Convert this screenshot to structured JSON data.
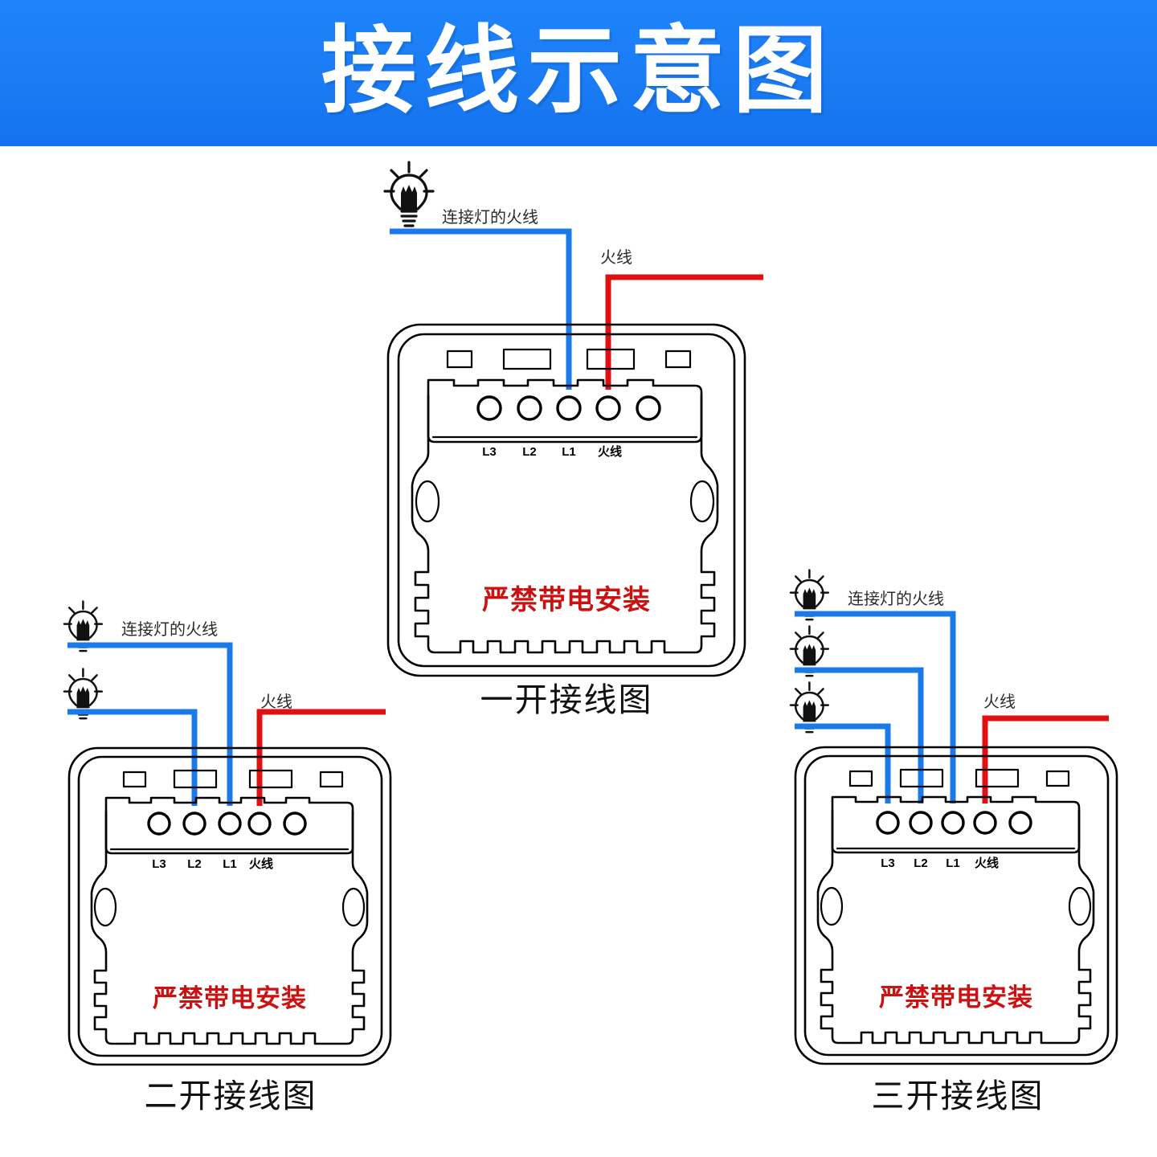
{
  "banner": {
    "title": "接线示意图",
    "background_color": "#1a7cf5",
    "text_color": "#ffffff"
  },
  "colors": {
    "live_wire_red": "#e01010",
    "lamp_wire_blue": "#1a7ae8",
    "warning_red": "#cc1111",
    "outline_black": "#000000",
    "page_background": "#ffffff"
  },
  "labels": {
    "lamp_wire": "连接灯的火线",
    "live_wire": "火线",
    "warning": "严禁带电安装",
    "terminals": [
      "L3",
      "L2",
      "L1",
      "火线"
    ]
  },
  "diagrams": [
    {
      "id": "one-gang",
      "caption": "一开接线图",
      "gangs": 1,
      "lamp_count": 1,
      "lamp_wire_label": "连接灯的火线",
      "live_wire_label": "火线",
      "warning": "严禁带电安装",
      "terminal_labels": [
        "L3",
        "L2",
        "L1",
        "火线"
      ],
      "connected_terminals": [
        "L1",
        "火线"
      ],
      "lamp_terminals": [
        "L1"
      ],
      "live_terminal": "火线"
    },
    {
      "id": "two-gang",
      "caption": "二开接线图",
      "gangs": 2,
      "lamp_count": 2,
      "lamp_wire_label": "连接灯的火线",
      "live_wire_label": "火线",
      "warning": "严禁带电安装",
      "terminal_labels": [
        "L3",
        "L2",
        "L1",
        "火线"
      ],
      "connected_terminals": [
        "L2",
        "L1",
        "火线"
      ],
      "lamp_terminals": [
        "L2",
        "L1"
      ],
      "live_terminal": "火线"
    },
    {
      "id": "three-gang",
      "caption": "三开接线图",
      "gangs": 3,
      "lamp_count": 3,
      "lamp_wire_label": "连接灯的火线",
      "live_wire_label": "火线",
      "warning": "严禁带电安装",
      "terminal_labels": [
        "L3",
        "L2",
        "L1",
        "火线"
      ],
      "connected_terminals": [
        "L3",
        "L2",
        "L1",
        "火线"
      ],
      "lamp_terminals": [
        "L3",
        "L2",
        "L1"
      ],
      "live_terminal": "火线"
    }
  ]
}
